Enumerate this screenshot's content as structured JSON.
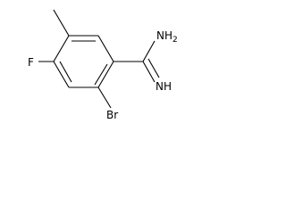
{
  "molecule": {
    "substituents": {
      "amidine_amine": "NH2",
      "amidine_imine": "NH",
      "bromine": "Br",
      "fluorine": "F"
    },
    "colors": {
      "bond": "#000000",
      "label": "#000000",
      "background": "#ffffff"
    }
  }
}
